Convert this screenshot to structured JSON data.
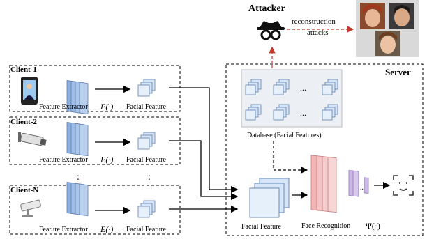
{
  "attacker": {
    "title": "Attacker",
    "attack_line1": "reconstruction",
    "attack_line2": "attacks"
  },
  "clients": [
    {
      "label": "Client-1",
      "device": "smartphone-icon",
      "extractor": "Feature Extractor",
      "extractor_symbol": "E(·)",
      "feature": "Facial Feature"
    },
    {
      "label": "Client-2",
      "device": "cctv-camera-icon",
      "extractor": "Feature Extractor",
      "extractor_symbol": "E(·)",
      "feature": "Facial Feature"
    },
    {
      "label": "Client-N",
      "device": "security-camera-icon",
      "extractor": "Feature Extractor",
      "extractor_symbol": "E(·)",
      "feature": "Facial Feature"
    }
  ],
  "client_ellipsis": ":",
  "server": {
    "title": "Server",
    "database_label": "Database (Facial Features)",
    "database_ellipsis": "...",
    "input_label": "Facial Feature",
    "recognition_label": "Face Recognition",
    "recognition_symbol": "Ψ(·)",
    "recognition_ellipsis": "..."
  },
  "colors": {
    "extractor_blue": "#8fb0de",
    "feature_blue": "#d6e6f8",
    "recognition_red": "#f1b7b7",
    "recognition_purple": "#cbb8e6",
    "attack_red": "#c0392b",
    "photo_bg": "#d9d9d9"
  }
}
